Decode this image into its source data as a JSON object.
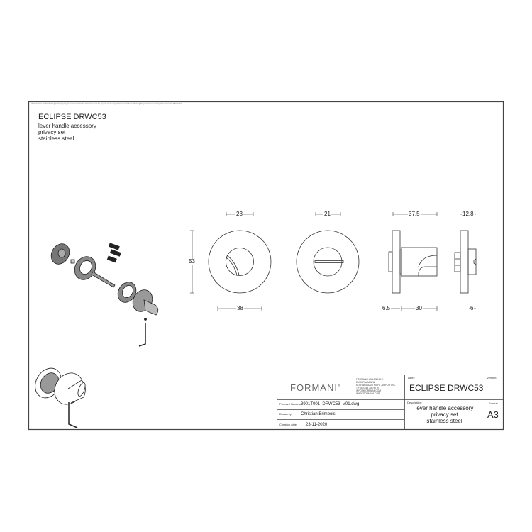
{
  "disclaimer": "All information on the drawing is the property of Formani Holland B.V. and may not be copied, in any way whatsoever without obtaining the permission in writing from Formani Holland B.V.",
  "header": {
    "title": "ECLIPSE DRWC53",
    "lines": [
      "lever handle accessory",
      "privacy set",
      "stainless steel"
    ]
  },
  "dimensions": {
    "front_inner": "23",
    "front_outer": "38",
    "height": "53",
    "back_inner": "21",
    "side_total": "37.5",
    "side_rose": "6.5",
    "side_knob": "30",
    "edge_total": "12.8",
    "edge_rose": "6"
  },
  "title_block": {
    "logo": "FORMANI",
    "logo_mark": "®",
    "address": [
      "FORMANI HOLLAND B.V.",
      "EUROPALAAN 12",
      "6199 AB MAASTRICHT-AIRPORT NL",
      "T +31 (0)43 308 90 90",
      "INFO@FORMANI.COM",
      "WWW.FORMANI.COM"
    ],
    "filename_label": "Formani filename:",
    "filename": "3901T001_DRWC53_V01.dwg",
    "drawn_label": "Drawn by:",
    "drawn_by": "Christian Brimbois",
    "date_label": "Creation date:",
    "date": "23-11-2020",
    "type_label": "Type :",
    "type": "ECLIPSE DRWC53",
    "description_label": "Description:",
    "description": [
      "lever handle accessory",
      "privacy set",
      "stainless steel"
    ],
    "version_label": "Version:",
    "version": "",
    "format_label": "Format",
    "format": "A3"
  }
}
